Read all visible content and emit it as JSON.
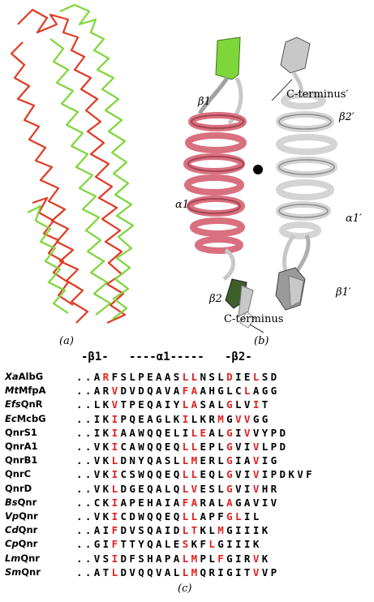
{
  "panels": {
    "a_label": "(a)",
    "b_label": "(b)",
    "c_label": "(c)"
  },
  "structure_b": {
    "beta1": "β1",
    "alpha1": "α1",
    "beta2": "β2",
    "c_terminus": "C-terminus",
    "c_terminus_prime": "C-terminus′",
    "beta2_prime": "β2′",
    "alpha1_prime": "α1′",
    "beta1_prime": "β1′"
  },
  "alignment": {
    "header": "-β1-   ----α1-----   -β2-",
    "rows": [
      {
        "prefix": "Xa",
        "name": "AlbG",
        "seq": "..ARFSLPEAASLLNSLDIELSD",
        "red": [
          3,
          12,
          13,
          17,
          20
        ]
      },
      {
        "prefix": "Mt",
        "name": "MfpA",
        "seq": "..ARVDVDQAVAFAAHGLCLAGG",
        "red": [
          4,
          12,
          13,
          19
        ]
      },
      {
        "prefix": "Efs",
        "name": "QnR",
        "seq": "..LKVTPEQAIYLASALGLVIT",
        "red": [
          4,
          12,
          13,
          17,
          20
        ]
      },
      {
        "prefix": "Ec",
        "name": "McbG",
        "seq": "..IKIPQEAGLKILKRMGVVGG",
        "red": [
          4,
          12,
          16,
          18,
          19
        ]
      },
      {
        "prefix": "",
        "name": "QnrS1",
        "seq": "..IKIAAWQQELILEALGIVVYPD",
        "red": [
          4,
          13,
          14,
          17,
          19
        ]
      },
      {
        "prefix": "",
        "name": "QnrA1",
        "seq": "..VKICAWQQEQLLEPLGVIVLPD",
        "red": [
          4,
          12,
          13,
          17,
          20
        ]
      },
      {
        "prefix": "",
        "name": "QnrB1",
        "seq": "..VKLDNYQASLLMERLGIAVIG",
        "red": [
          4,
          12,
          13,
          17,
          20
        ]
      },
      {
        "prefix": "",
        "name": "QnrC",
        "seq": "..VKICSWQQEQLLEQLGVIVIPDKVF",
        "red": [
          4,
          12,
          13,
          17,
          20
        ]
      },
      {
        "prefix": "",
        "name": "QnrD",
        "seq": "..VKLDGEQALQLVESLGVIVHR",
        "red": [
          4,
          12,
          13,
          17,
          20
        ]
      },
      {
        "prefix": "Bs",
        "name": "Qnr",
        "seq": "..CKIAPEHAIAFARALAGAVIV",
        "red": [
          4,
          12,
          13,
          17
        ]
      },
      {
        "prefix": "Vp",
        "name": "Qnr",
        "seq": "..VKICDWQQEQLLAPFGLIL",
        "red": [
          4,
          12,
          13,
          17,
          18
        ]
      },
      {
        "prefix": "Cd",
        "name": "Qnr",
        "seq": "..AIFDVSQAIDLTKLMGIIIK",
        "red": [
          4,
          12,
          13,
          16
        ]
      },
      {
        "prefix": "Cp",
        "name": "Qnr",
        "seq": "..GIFTTYQALESKFLGIIIK",
        "red": [
          4,
          12,
          15
        ]
      },
      {
        "prefix": "Lm",
        "name": "Qnr",
        "seq": "..VSIDFSHAPALMPLFGIRVK",
        "red": [
          4,
          12,
          13,
          16,
          20
        ]
      },
      {
        "prefix": "Sm",
        "name": "Qnr",
        "seq": "..ATLDVQQVALLMQRIGITVVP",
        "red": [
          4,
          12,
          13,
          20
        ]
      }
    ]
  },
  "colors": {
    "chain_red": "#e03a22",
    "chain_green": "#7ed63a",
    "helix_pink": "#d9707f",
    "gray": "#c8c8c8",
    "highlight_red": "#e02020"
  }
}
